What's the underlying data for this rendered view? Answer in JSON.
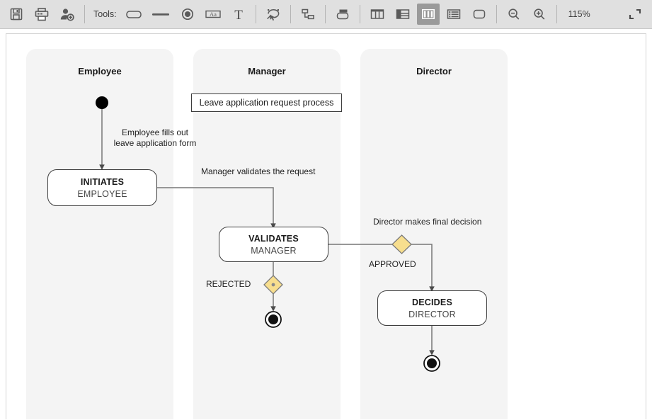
{
  "toolbar": {
    "tools_label": "Tools:",
    "zoom_level": "115%",
    "buttons": [
      {
        "name": "save-icon",
        "title": "Save"
      },
      {
        "name": "print-icon",
        "title": "Print"
      },
      {
        "name": "add-user-icon",
        "title": "Add user"
      },
      {
        "name": "rounded-rect-tool-icon",
        "title": "Rounded rectangle"
      },
      {
        "name": "line-tool-icon",
        "title": "Line"
      },
      {
        "name": "circle-tool-icon",
        "title": "Circle"
      },
      {
        "name": "label-tool-icon",
        "title": "Aa label"
      },
      {
        "name": "text-tool-icon",
        "title": "Text"
      },
      {
        "name": "lasso-select-icon",
        "title": "Lasso select"
      },
      {
        "name": "hierarchy-layout-icon",
        "title": "Hierarchy layout"
      },
      {
        "name": "group-shape-icon",
        "title": "Group shape"
      },
      {
        "name": "columns-layout-icon",
        "title": "Columns layout"
      },
      {
        "name": "rows-layout-icon",
        "title": "Rows layout"
      },
      {
        "name": "swimlane-layout-icon",
        "title": "Swimlane layout"
      },
      {
        "name": "list-layout-icon",
        "title": "List layout"
      },
      {
        "name": "blank-shape-icon",
        "title": "Blank shape"
      },
      {
        "name": "zoom-out-icon",
        "title": "Zoom out"
      },
      {
        "name": "zoom-in-icon",
        "title": "Zoom in"
      },
      {
        "name": "fullscreen-icon",
        "title": "Fullscreen"
      }
    ]
  },
  "diagram": {
    "title_box": "Leave application request process",
    "lanes": [
      {
        "name": "employee",
        "label": "Employee"
      },
      {
        "name": "manager",
        "label": "Manager"
      },
      {
        "name": "director",
        "label": "Director"
      }
    ],
    "nodes": [
      {
        "id": "initiates",
        "title": "INITIATES",
        "subtitle": "EMPLOYEE"
      },
      {
        "id": "validates",
        "title": "VALIDATES",
        "subtitle": "MANAGER"
      },
      {
        "id": "decides",
        "title": "DECIDES",
        "subtitle": "DIRECTOR"
      }
    ],
    "edge_labels": [
      {
        "id": "start-to-initiates",
        "text": "Employee fills out\nleave application form"
      },
      {
        "id": "initiates-to-validates",
        "text": "Manager validates the request"
      },
      {
        "id": "validates-to-decides",
        "text": "Director makes final decision"
      },
      {
        "id": "rejected",
        "text": "REJECTED"
      },
      {
        "id": "approved",
        "text": "APPROVED"
      }
    ],
    "colors": {
      "lane_fill": "#f4f4f4",
      "decision_fill": "#f7de8e",
      "stroke": "#595959",
      "node_stroke": "#3d3d3d"
    }
  }
}
